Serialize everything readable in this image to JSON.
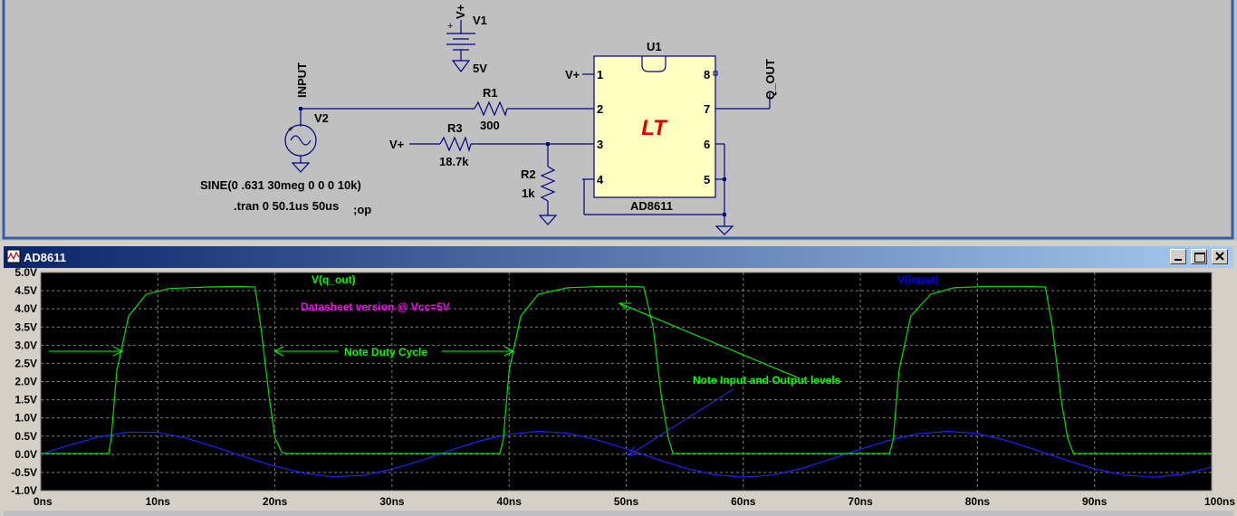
{
  "schematic": {
    "v1": {
      "name": "V1",
      "net": "V+",
      "value": "5V"
    },
    "v2": {
      "name": "V2",
      "net": "INPUT",
      "source": "SINE(0 .631 30meg 0 0 0 10k)"
    },
    "directive": ".tran 0 50.1us 50us",
    "directive2": ";op",
    "r1": {
      "name": "R1",
      "value": "300"
    },
    "r3": {
      "name": "R3",
      "value": "18.7k",
      "net": "V+"
    },
    "r2": {
      "name": "R2",
      "value": "1k"
    },
    "u1": {
      "name": "U1",
      "part": "AD8611",
      "logo": "LT",
      "vnet": "V+",
      "out_net": "Q_OUT",
      "pins": [
        "1",
        "2",
        "3",
        "4",
        "8",
        "7",
        "6",
        "5"
      ]
    }
  },
  "waveform_window": {
    "title": "AD8611",
    "traces": [
      {
        "name": "V(q_out)",
        "color": "#00ff00"
      },
      {
        "name": "V(input)",
        "color": "#0000ff"
      }
    ],
    "notes": {
      "datasheet": "Datasheet version @ Vcc=5V",
      "duty": "Note Duty Cycle",
      "levels": "Note  Input and Output levels"
    },
    "annotation_color": "#ff00ff"
  },
  "chart_data": {
    "type": "line",
    "xlim": [
      0,
      100
    ],
    "ylim": [
      -1.0,
      5.0
    ],
    "grid": true,
    "x_ticks": [
      "0ns",
      "10ns",
      "20ns",
      "30ns",
      "40ns",
      "50ns",
      "60ns",
      "70ns",
      "80ns",
      "90ns",
      "100ns"
    ],
    "y_ticks": [
      "5.0V",
      "4.5V",
      "4.0V",
      "3.5V",
      "3.0V",
      "2.5V",
      "2.0V",
      "1.5V",
      "1.0V",
      "0.5V",
      "0.0V",
      "-0.5V",
      "-1.0V"
    ],
    "series": [
      {
        "name": "V(q_out)",
        "x": [
          0,
          5.8,
          6.0,
          6.5,
          7.5,
          9,
          11,
          14,
          17,
          18.3,
          18.8,
          19.5,
          20.0,
          20.6,
          21,
          39.2,
          39.5,
          40,
          41,
          42.5,
          45,
          48,
          50.5,
          51.5,
          52.3,
          53.0,
          53.6,
          54,
          72.5,
          72.8,
          73.3,
          74.3,
          76,
          78,
          81,
          84,
          85.8,
          86.4,
          87.1,
          87.7,
          88.2,
          100
        ],
        "values": [
          0.02,
          0.02,
          0.4,
          2.3,
          3.8,
          4.4,
          4.56,
          4.6,
          4.62,
          4.6,
          3.5,
          1.6,
          0.45,
          0.05,
          0.02,
          0.02,
          0.4,
          2.3,
          3.8,
          4.4,
          4.58,
          4.62,
          4.62,
          4.6,
          3.5,
          1.6,
          0.45,
          0.02,
          0.02,
          0.4,
          2.3,
          3.8,
          4.4,
          4.58,
          4.62,
          4.62,
          4.6,
          3.5,
          1.6,
          0.45,
          0.02,
          0.02
        ]
      },
      {
        "name": "V(input)",
        "x": [
          0,
          2.5,
          5,
          7.5,
          10,
          12.5,
          15,
          17.5,
          20,
          22.5,
          25,
          27.5,
          30,
          32.5,
          35,
          37.5,
          40,
          42.5,
          45,
          47.5,
          50,
          52.5,
          55,
          57.5,
          60,
          62.5,
          65,
          67.5,
          70,
          72.5,
          75,
          77.5,
          80,
          82.5,
          85,
          87.5,
          90,
          92.5,
          95,
          97.5,
          100
        ],
        "values": [
          0.0,
          0.26,
          0.48,
          0.61,
          0.6,
          0.44,
          0.19,
          -0.08,
          -0.33,
          -0.52,
          -0.62,
          -0.58,
          -0.41,
          -0.17,
          0.11,
          0.37,
          0.55,
          0.63,
          0.58,
          0.4,
          0.15,
          -0.12,
          -0.38,
          -0.56,
          -0.63,
          -0.57,
          -0.39,
          -0.13,
          0.14,
          0.39,
          0.57,
          0.63,
          0.57,
          0.38,
          0.12,
          -0.15,
          -0.4,
          -0.57,
          -0.63,
          -0.55,
          -0.35
        ]
      }
    ]
  }
}
